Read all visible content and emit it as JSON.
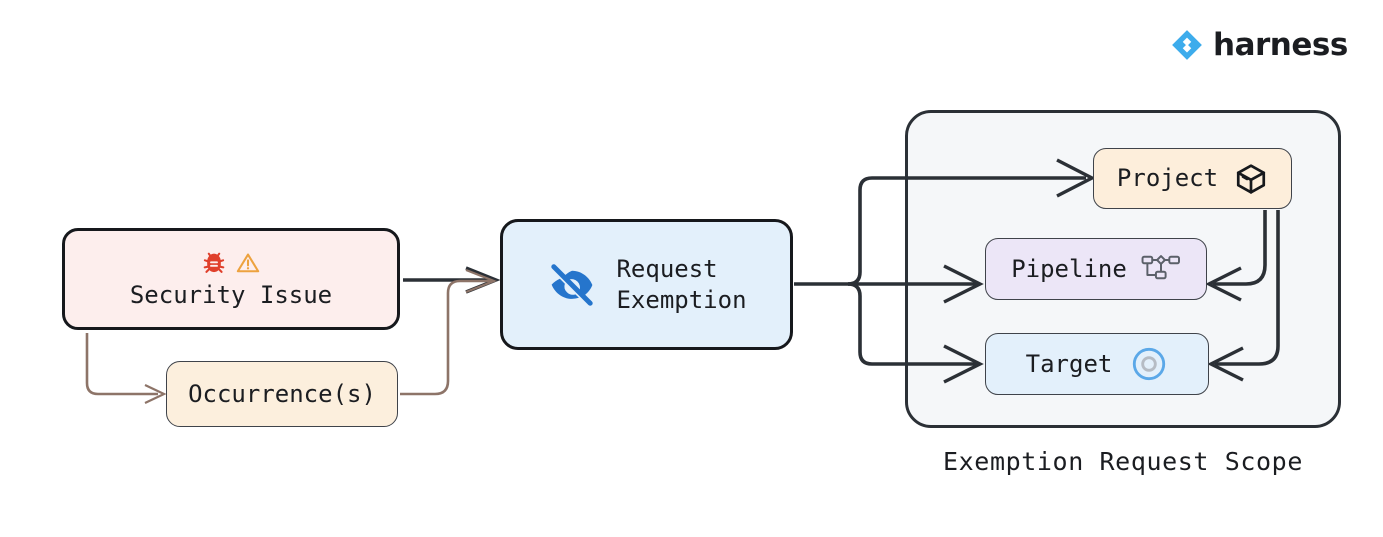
{
  "brand": {
    "name": "harness",
    "logo_icon": "harness-diamond-logo",
    "accent_color": "#3dacec"
  },
  "diagram": {
    "type": "flowchart",
    "nodes": [
      {
        "id": "security-issue",
        "label": "Security Issue",
        "icons": [
          "bug-icon",
          "warning-triangle-icon"
        ],
        "fill": "#fdeeed",
        "border": "#16181c"
      },
      {
        "id": "occurrence",
        "label": "Occurrence(s)",
        "icons": [],
        "fill": "#fcefdd",
        "border": "#3f434a"
      },
      {
        "id": "request-exemption",
        "label": "Request\nExemption",
        "icons": [
          "eye-off-icon"
        ],
        "fill": "#e3f0fb",
        "border": "#16181c"
      },
      {
        "id": "project",
        "label": "Project",
        "icons": [
          "cube-icon"
        ],
        "fill": "#fdeedb",
        "border": "#3f434a"
      },
      {
        "id": "pipeline",
        "label": "Pipeline",
        "icons": [
          "pipeline-nodes-icon"
        ],
        "fill": "#ece6f7",
        "border": "#3f434a"
      },
      {
        "id": "target",
        "label": "Target",
        "icons": [
          "target-circle-icon"
        ],
        "fill": "#e3f0fb",
        "border": "#3f434a"
      }
    ],
    "edges": [
      {
        "from": "security-issue",
        "to": "request-exemption",
        "color": "#2b3036"
      },
      {
        "from": "security-issue",
        "to": "occurrence",
        "color": "#8d7468"
      },
      {
        "from": "occurrence",
        "to": "request-exemption",
        "color": "#8d7468"
      },
      {
        "from": "request-exemption",
        "to": "project",
        "color": "#2b3036"
      },
      {
        "from": "request-exemption",
        "to": "pipeline",
        "color": "#2b3036"
      },
      {
        "from": "request-exemption",
        "to": "target",
        "color": "#2b3036"
      },
      {
        "from": "project",
        "to": "pipeline",
        "color": "#2b3036"
      },
      {
        "from": "project",
        "to": "target",
        "color": "#2b3036"
      }
    ],
    "group": {
      "id": "exemption-request-scope",
      "caption": "Exemption Request Scope",
      "fill": "#f5f7f9",
      "border": "#2b3036"
    }
  }
}
